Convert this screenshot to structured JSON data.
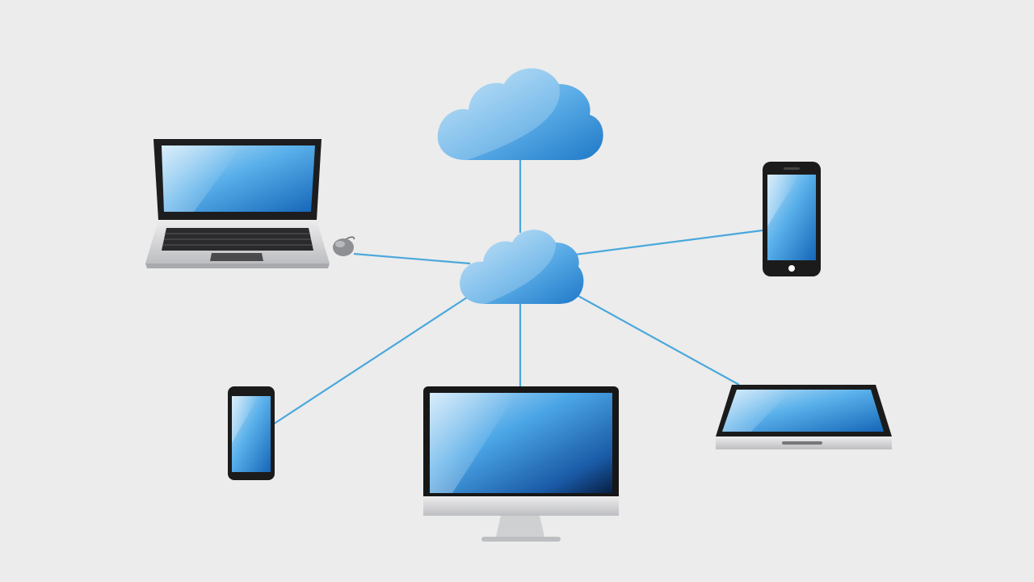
{
  "colors": {
    "background": "#ececec",
    "link_line": "#4aa8dc",
    "screen_light": "#bfe0f7",
    "screen_mid": "#4aa6e4",
    "screen_dark": "#0a2a55",
    "cloud_light": "#a8d4f2",
    "cloud_dark": "#2f8ad6",
    "device_body": "#1b1b1b",
    "device_silver": "#d9dadc",
    "device_silver_dark": "#b7b8bb"
  },
  "diagram": {
    "nodes": [
      {
        "id": "cloud-top",
        "kind": "cloud",
        "icon": "cloud-icon"
      },
      {
        "id": "cloud-hub",
        "kind": "cloud",
        "icon": "cloud-icon"
      },
      {
        "id": "laptop",
        "kind": "device",
        "icon": "laptop-icon"
      },
      {
        "id": "mouse",
        "kind": "device",
        "icon": "mouse-icon"
      },
      {
        "id": "smartphone-right",
        "kind": "device",
        "icon": "smartphone-icon"
      },
      {
        "id": "smartphone-left",
        "kind": "device",
        "icon": "smartphone-icon"
      },
      {
        "id": "desktop-monitor",
        "kind": "device",
        "icon": "monitor-icon"
      },
      {
        "id": "tablet",
        "kind": "device",
        "icon": "tablet-icon"
      }
    ],
    "edges": [
      {
        "from": "cloud-top",
        "to": "cloud-hub"
      },
      {
        "from": "laptop",
        "to": "cloud-hub"
      },
      {
        "from": "smartphone-right",
        "to": "cloud-hub"
      },
      {
        "from": "smartphone-left",
        "to": "cloud-hub"
      },
      {
        "from": "desktop-monitor",
        "to": "cloud-hub"
      },
      {
        "from": "tablet",
        "to": "cloud-hub"
      }
    ]
  }
}
